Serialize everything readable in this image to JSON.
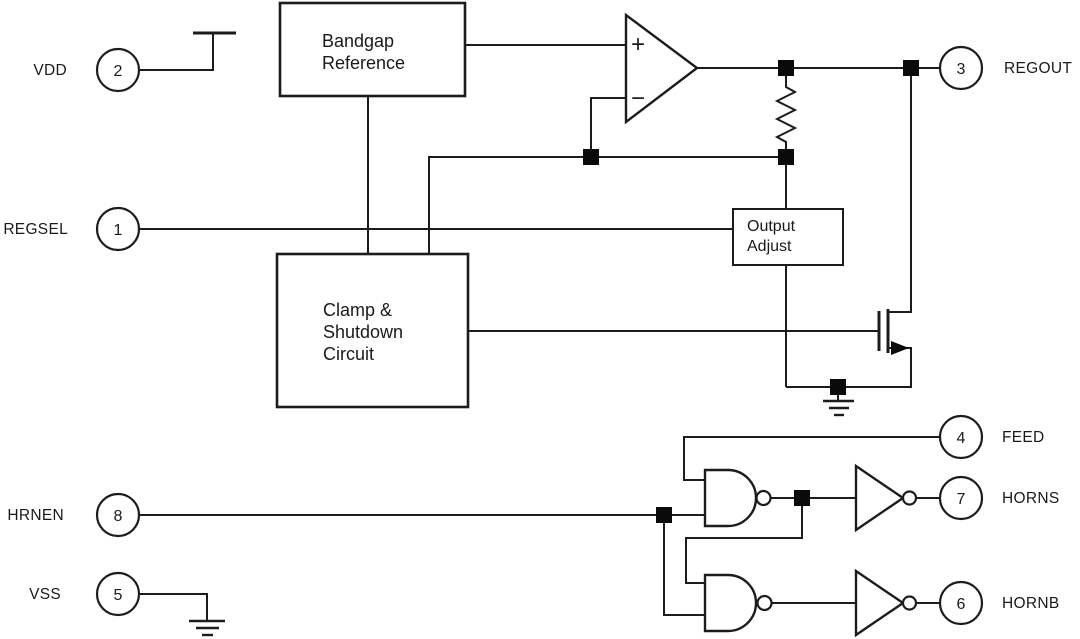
{
  "diagram": {
    "title_hint": "IC functional block diagram",
    "colors": {
      "line": "#1c1c1c",
      "text": "#1a1a1a",
      "background": "#ffffff"
    },
    "blocks": {
      "bandgap": {
        "lines": [
          "Bandgap",
          "Reference"
        ]
      },
      "clamp": {
        "lines": [
          "Clamp &",
          "Shutdown",
          "Circuit"
        ]
      },
      "output_adjust": {
        "lines": [
          "Output",
          "Adjust"
        ]
      }
    },
    "opamp": {
      "plus": "+",
      "minus": "−"
    },
    "pins": {
      "vdd": {
        "number": "2",
        "label": "VDD"
      },
      "regsel": {
        "number": "1",
        "label": "REGSEL"
      },
      "hrnen": {
        "number": "8",
        "label": "HRNEN"
      },
      "vss": {
        "number": "5",
        "label": "VSS"
      },
      "regout": {
        "number": "3",
        "label": "REGOUT"
      },
      "feed": {
        "number": "4",
        "label": "FEED"
      },
      "horns": {
        "number": "7",
        "label": "HORNS"
      },
      "hornb": {
        "number": "6",
        "label": "HORNB"
      }
    }
  }
}
